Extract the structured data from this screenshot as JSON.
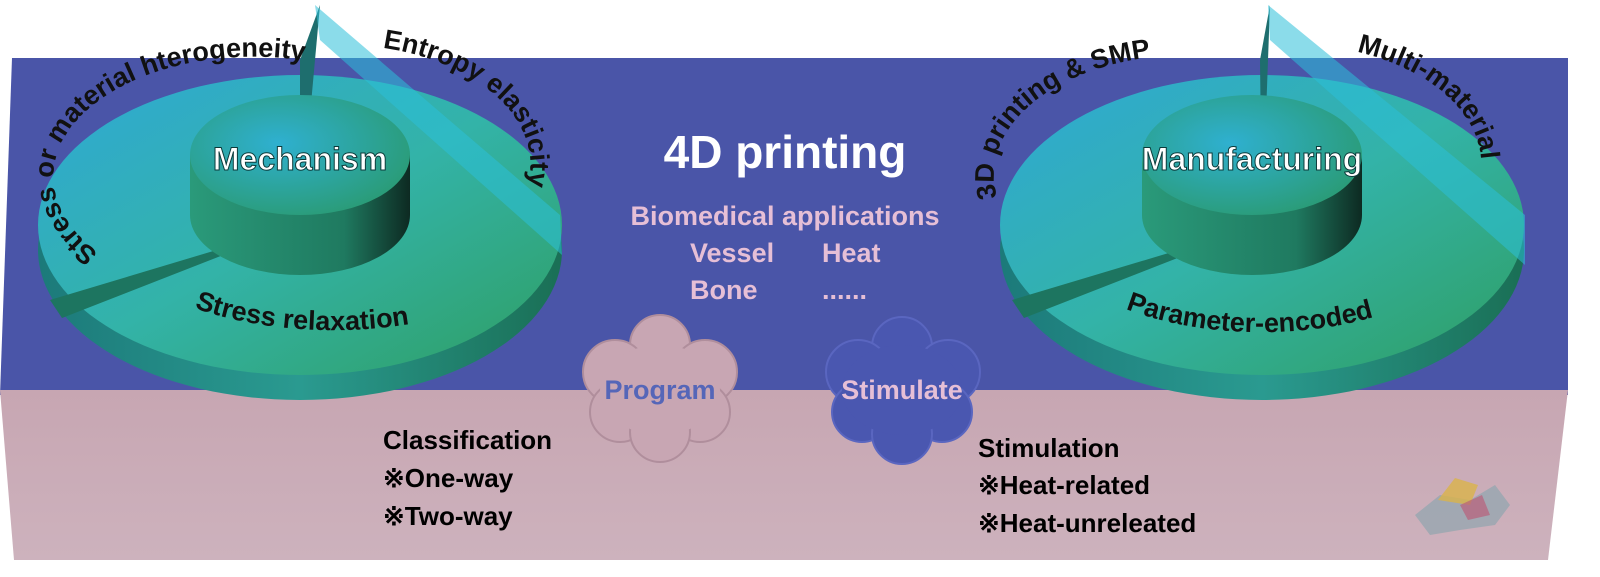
{
  "title": "4D printing",
  "center": {
    "heading": "Biomedical applications",
    "items": [
      "Vessel",
      "Heat",
      "Bone",
      "......"
    ]
  },
  "left_ring": {
    "hub": "Mechanism",
    "segments": [
      "Stress or material hterogeneity",
      "Entropy elasticity",
      "Stress relaxation"
    ]
  },
  "right_ring": {
    "hub": "Manufacturing",
    "segments": [
      "3D printing & SMP",
      "Multi-material",
      "Parameter-encoded"
    ]
  },
  "clouds": {
    "program": "Program",
    "stimulate": "Stimulate"
  },
  "classification": {
    "title": "Classification",
    "items": [
      "※One-way",
      "※Two-way"
    ]
  },
  "stimulation": {
    "title": "Stimulation",
    "items": [
      "※Heat-related",
      "※Heat-unreleated"
    ]
  },
  "colors": {
    "band_blue": "#4a55a8",
    "band_pink": "#c9a8b4",
    "ring_teal": "#33b3b0",
    "ring_green": "#2f9e62",
    "cloud_pink": "#c8a6b3",
    "cloud_blue": "#4a57b0",
    "title_text": "#ffffff",
    "app_text": "#e6bfd6",
    "program_text": "#5566b8"
  }
}
